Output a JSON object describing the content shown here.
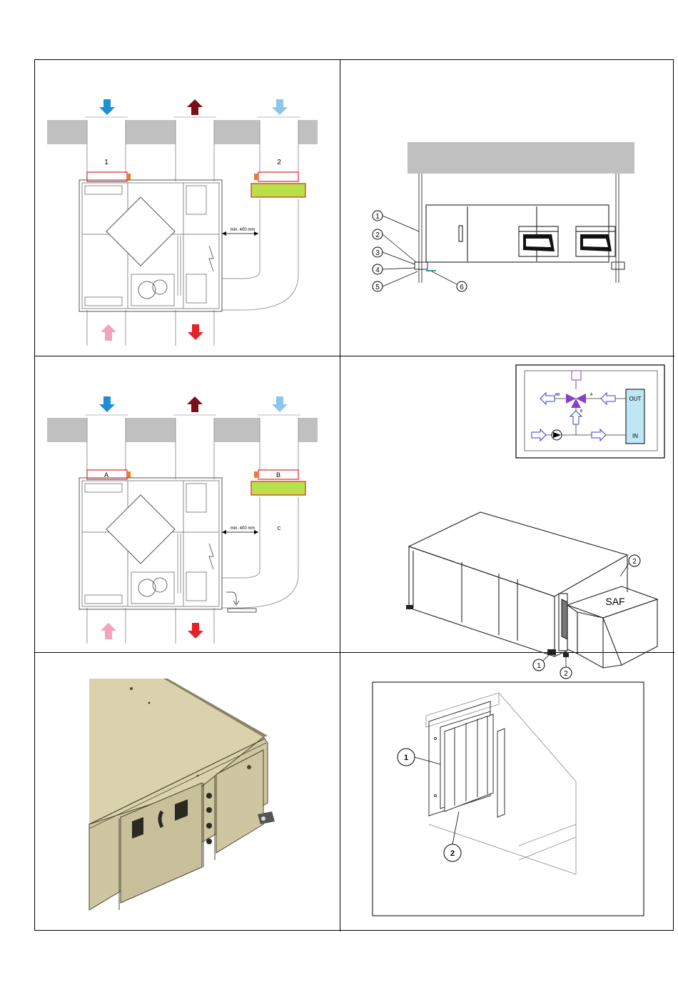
{
  "panel1": {
    "duct_label_1": "1",
    "duct_label_2": "2",
    "clearance": "min. 400 mm"
  },
  "panel2": {
    "callouts": [
      "1",
      "2",
      "3",
      "4",
      "5",
      "6"
    ]
  },
  "panel3": {
    "duct_label_a": "A",
    "duct_label_b": "B",
    "label_c": "C",
    "clearance": "min. 400 mm"
  },
  "panel4": {
    "module_label": "SAF",
    "callout_1": "1",
    "callout_2a": "2",
    "callout_2b": "2",
    "valve_port_ab": "AB",
    "valve_port_a": "A",
    "valve_port_b": "B",
    "coil_out": "OUT",
    "coil_in": "IN"
  },
  "panel6": {
    "callout_1": "1",
    "callout_2": "2"
  },
  "colors": {
    "outdoor_air": "#1e8fd6",
    "exhaust_air": "#7b0f18",
    "extract_air": "#8ec6ea",
    "outdoor_intake": "#f4a3bd",
    "supply_air": "#e52225",
    "heater": "#b8e04a",
    "accent_orange": "#f07a1f",
    "duct_frame": "#e2232a",
    "ceiling": "#c0c0c0",
    "housing_tan": "#cdc6a0",
    "valve_violet": "#8b3fc4",
    "flow_blue": "#3b3bd8",
    "coil_cyan": "#bfe7f3"
  }
}
